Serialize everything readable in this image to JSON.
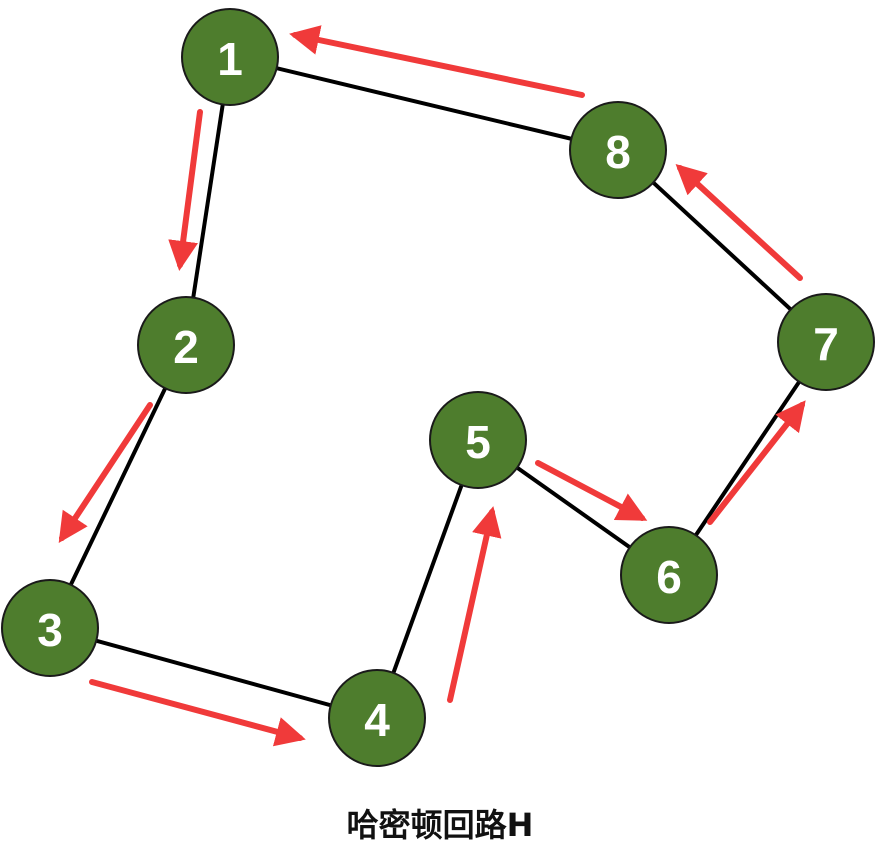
{
  "colors": {
    "node_fill": "#4e7d2d",
    "edge": "#000000",
    "arrow": "#f03a3a",
    "label": "#ffffff"
  },
  "nodes": [
    {
      "id": "1",
      "label": "1"
    },
    {
      "id": "2",
      "label": "2"
    },
    {
      "id": "3",
      "label": "3"
    },
    {
      "id": "4",
      "label": "4"
    },
    {
      "id": "5",
      "label": "5"
    },
    {
      "id": "6",
      "label": "6"
    },
    {
      "id": "7",
      "label": "7"
    },
    {
      "id": "8",
      "label": "8"
    }
  ],
  "edges": [
    [
      "1",
      "2"
    ],
    [
      "2",
      "3"
    ],
    [
      "3",
      "4"
    ],
    [
      "4",
      "5"
    ],
    [
      "5",
      "6"
    ],
    [
      "6",
      "7"
    ],
    [
      "7",
      "8"
    ],
    [
      "8",
      "1"
    ]
  ],
  "path_order": [
    "1",
    "2",
    "3",
    "4",
    "5",
    "6",
    "7",
    "8",
    "1"
  ],
  "caption": "哈密顿回路H"
}
